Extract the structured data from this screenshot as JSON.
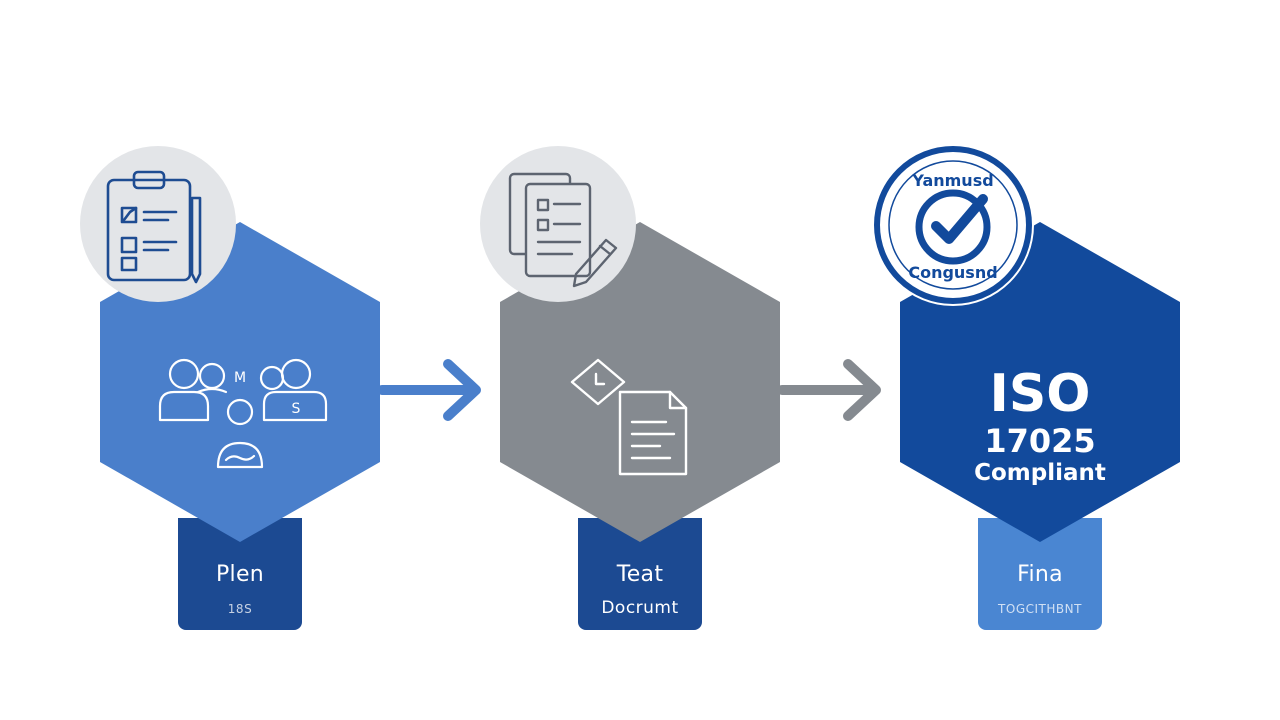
{
  "steps": [
    {
      "tab_title": "Plen",
      "tab_subtitle": "18S",
      "hex_color": "#4a7fcb",
      "tab_color": "#1c4a92",
      "badge_icon": "clipboard-checklist-icon",
      "hex_icon": "team-meeting-icon",
      "hex_icon_text": "M"
    },
    {
      "tab_title": "Teat",
      "tab_subtitle": "Docrumt",
      "hex_color": "#858a90",
      "tab_color": "#1c4a92",
      "badge_icon": "documents-pen-icon",
      "hex_icon": "document-clock-icon"
    },
    {
      "tab_title": "Fina",
      "tab_subtitle": "TOGCITHBNT",
      "hex_color": "#124a9c",
      "tab_color": "#4a86d2",
      "badge_icon": "verified-check-seal-icon",
      "seal_top_text": "Yanmusd",
      "seal_bottom_text": "Congusnd",
      "iso_line1": "ISO",
      "iso_line2": "17025",
      "iso_line3": "Compliant"
    }
  ],
  "arrows": [
    {
      "color": "#4a7fcb",
      "icon": "arrow-right-icon"
    },
    {
      "color": "#858a90",
      "icon": "arrow-right-icon"
    }
  ]
}
